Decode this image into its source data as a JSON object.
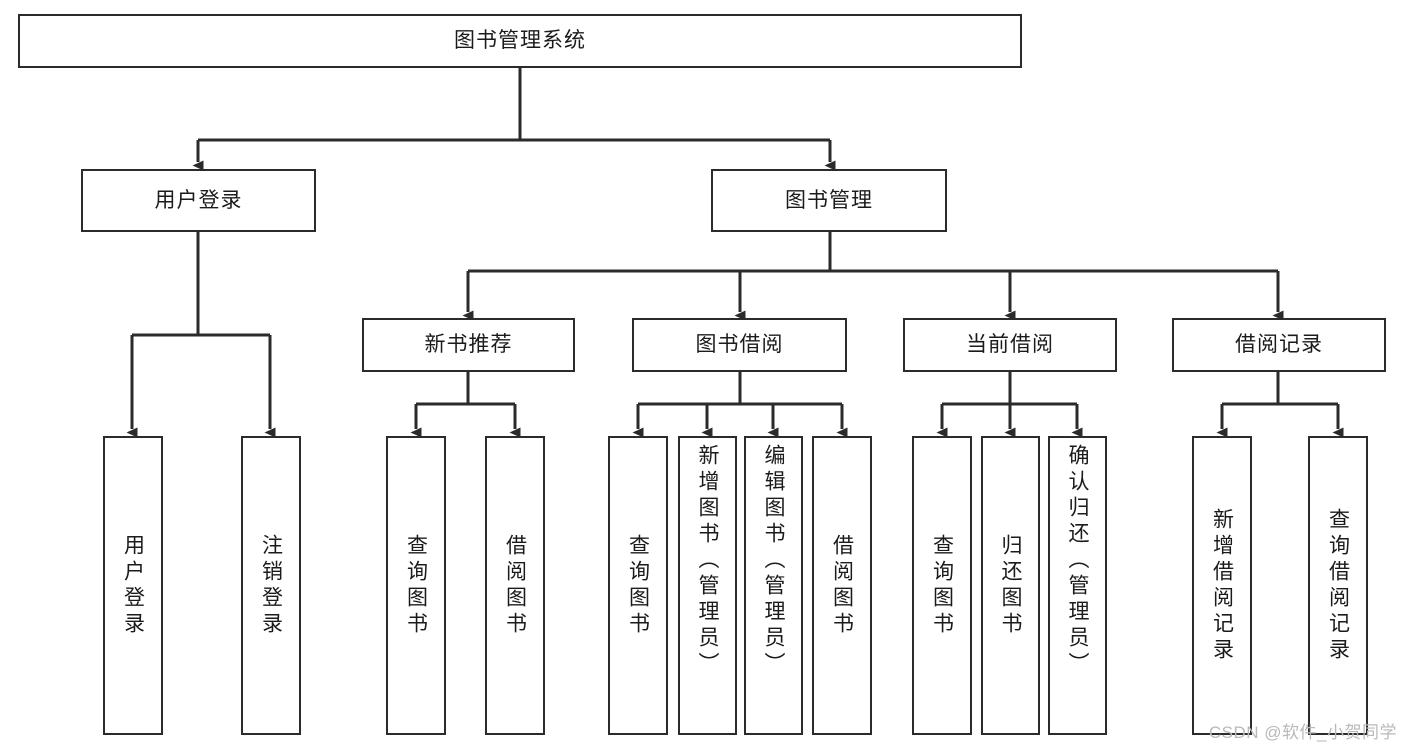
{
  "diagram": {
    "title": "图书管理系统",
    "type": "tree",
    "stroke_color": "#2b2b2b",
    "fill_color": "#ffffff",
    "text_color": "#1b1b1b"
  },
  "root": {
    "label": "图书管理系统"
  },
  "level2": [
    {
      "label": "用户登录"
    },
    {
      "label": "图书管理"
    }
  ],
  "level3": [
    {
      "label": "新书推荐"
    },
    {
      "label": "图书借阅"
    },
    {
      "label": "当前借阅"
    },
    {
      "label": "借阅记录"
    }
  ],
  "leaves": {
    "user_login": [
      {
        "label": "用户登录"
      },
      {
        "label": "注销登录"
      }
    ],
    "new_book": [
      {
        "label": "查询图书"
      },
      {
        "label": "借阅图书"
      }
    ],
    "book_borrow": [
      {
        "label": "查询图书"
      },
      {
        "label": "新增图书（管理员）"
      },
      {
        "label": "编辑图书（管理员）"
      },
      {
        "label": "借阅图书"
      }
    ],
    "current_borrow": [
      {
        "label": "查询图书"
      },
      {
        "label": "归还图书"
      },
      {
        "label": "确认归还（管理员）"
      }
    ],
    "borrow_record": [
      {
        "label": "新增借阅记录"
      },
      {
        "label": "查询借阅记录"
      }
    ]
  },
  "watermark": {
    "text": "CSDN @软件_小贺同学"
  }
}
